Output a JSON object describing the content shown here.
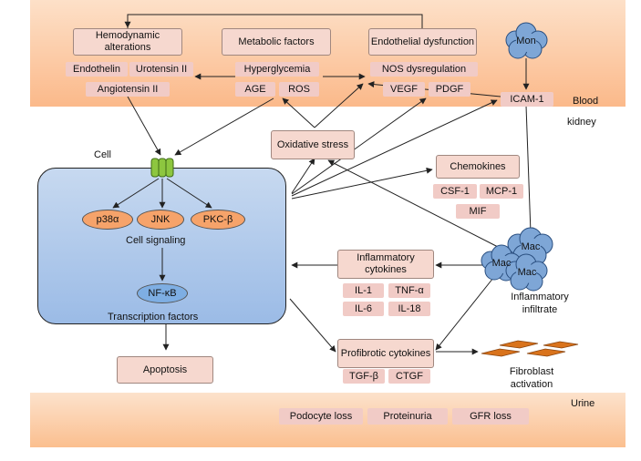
{
  "zones": {
    "blood": "Blood",
    "kidney": "kidney",
    "urine": "Urine"
  },
  "top_factors": {
    "hemodynamic": "Hemodynamic alterations",
    "metabolic": "Metabolic factors",
    "endothelial": "Endothelial dysfunction"
  },
  "hemodynamic_items": [
    "Endothelin",
    "Urotensin II",
    "Angiotensin II"
  ],
  "metabolic_items": [
    "Hyperglycemia",
    "AGE",
    "ROS"
  ],
  "endothelial_items": [
    "NOS dysregulation",
    "VEGF",
    "PDGF"
  ],
  "monocyte": {
    "label": "Mon",
    "adhesion": "ICAM-1"
  },
  "cell": {
    "title": "Cell",
    "kinases": [
      "p38α",
      "JNK",
      "PKC-β"
    ],
    "signaling_label": "Cell signaling",
    "nfkb": "NF-κB",
    "transcription_label": "Transcription factors"
  },
  "oxidative_stress": "Oxidative stress",
  "chemokines": {
    "title": "Chemokines",
    "items": [
      "CSF-1",
      "MCP-1",
      "MIF"
    ]
  },
  "inflammatory_cytokines": {
    "title": "Inflammatory cytokines",
    "items": [
      "IL-1",
      "TNF-α",
      "IL-6",
      "IL-18"
    ]
  },
  "profibrotic_cytokines": {
    "title": "Profibrotic cytokines",
    "items": [
      "TGF-β",
      "CTGF"
    ]
  },
  "apoptosis": "Apoptosis",
  "macrophages": {
    "label": "Mac",
    "caption": "Inflammatory infiltrate"
  },
  "fibroblast": "Fibroblast activation",
  "outcomes": [
    "Podocyte loss",
    "Proteinuria",
    "GFR loss"
  ],
  "colors": {
    "blood_band": "#fbb98a",
    "box_fill": "#f6d8cf",
    "kinase_fill": "#f6a36a",
    "nfkb_fill": "#7eaee3",
    "cell_fill": "#a9c5ea",
    "cloud_fill": "#7ea6d6",
    "receptor_fill": "#8dc63f",
    "fibroblast_fill": "#d9731c"
  }
}
